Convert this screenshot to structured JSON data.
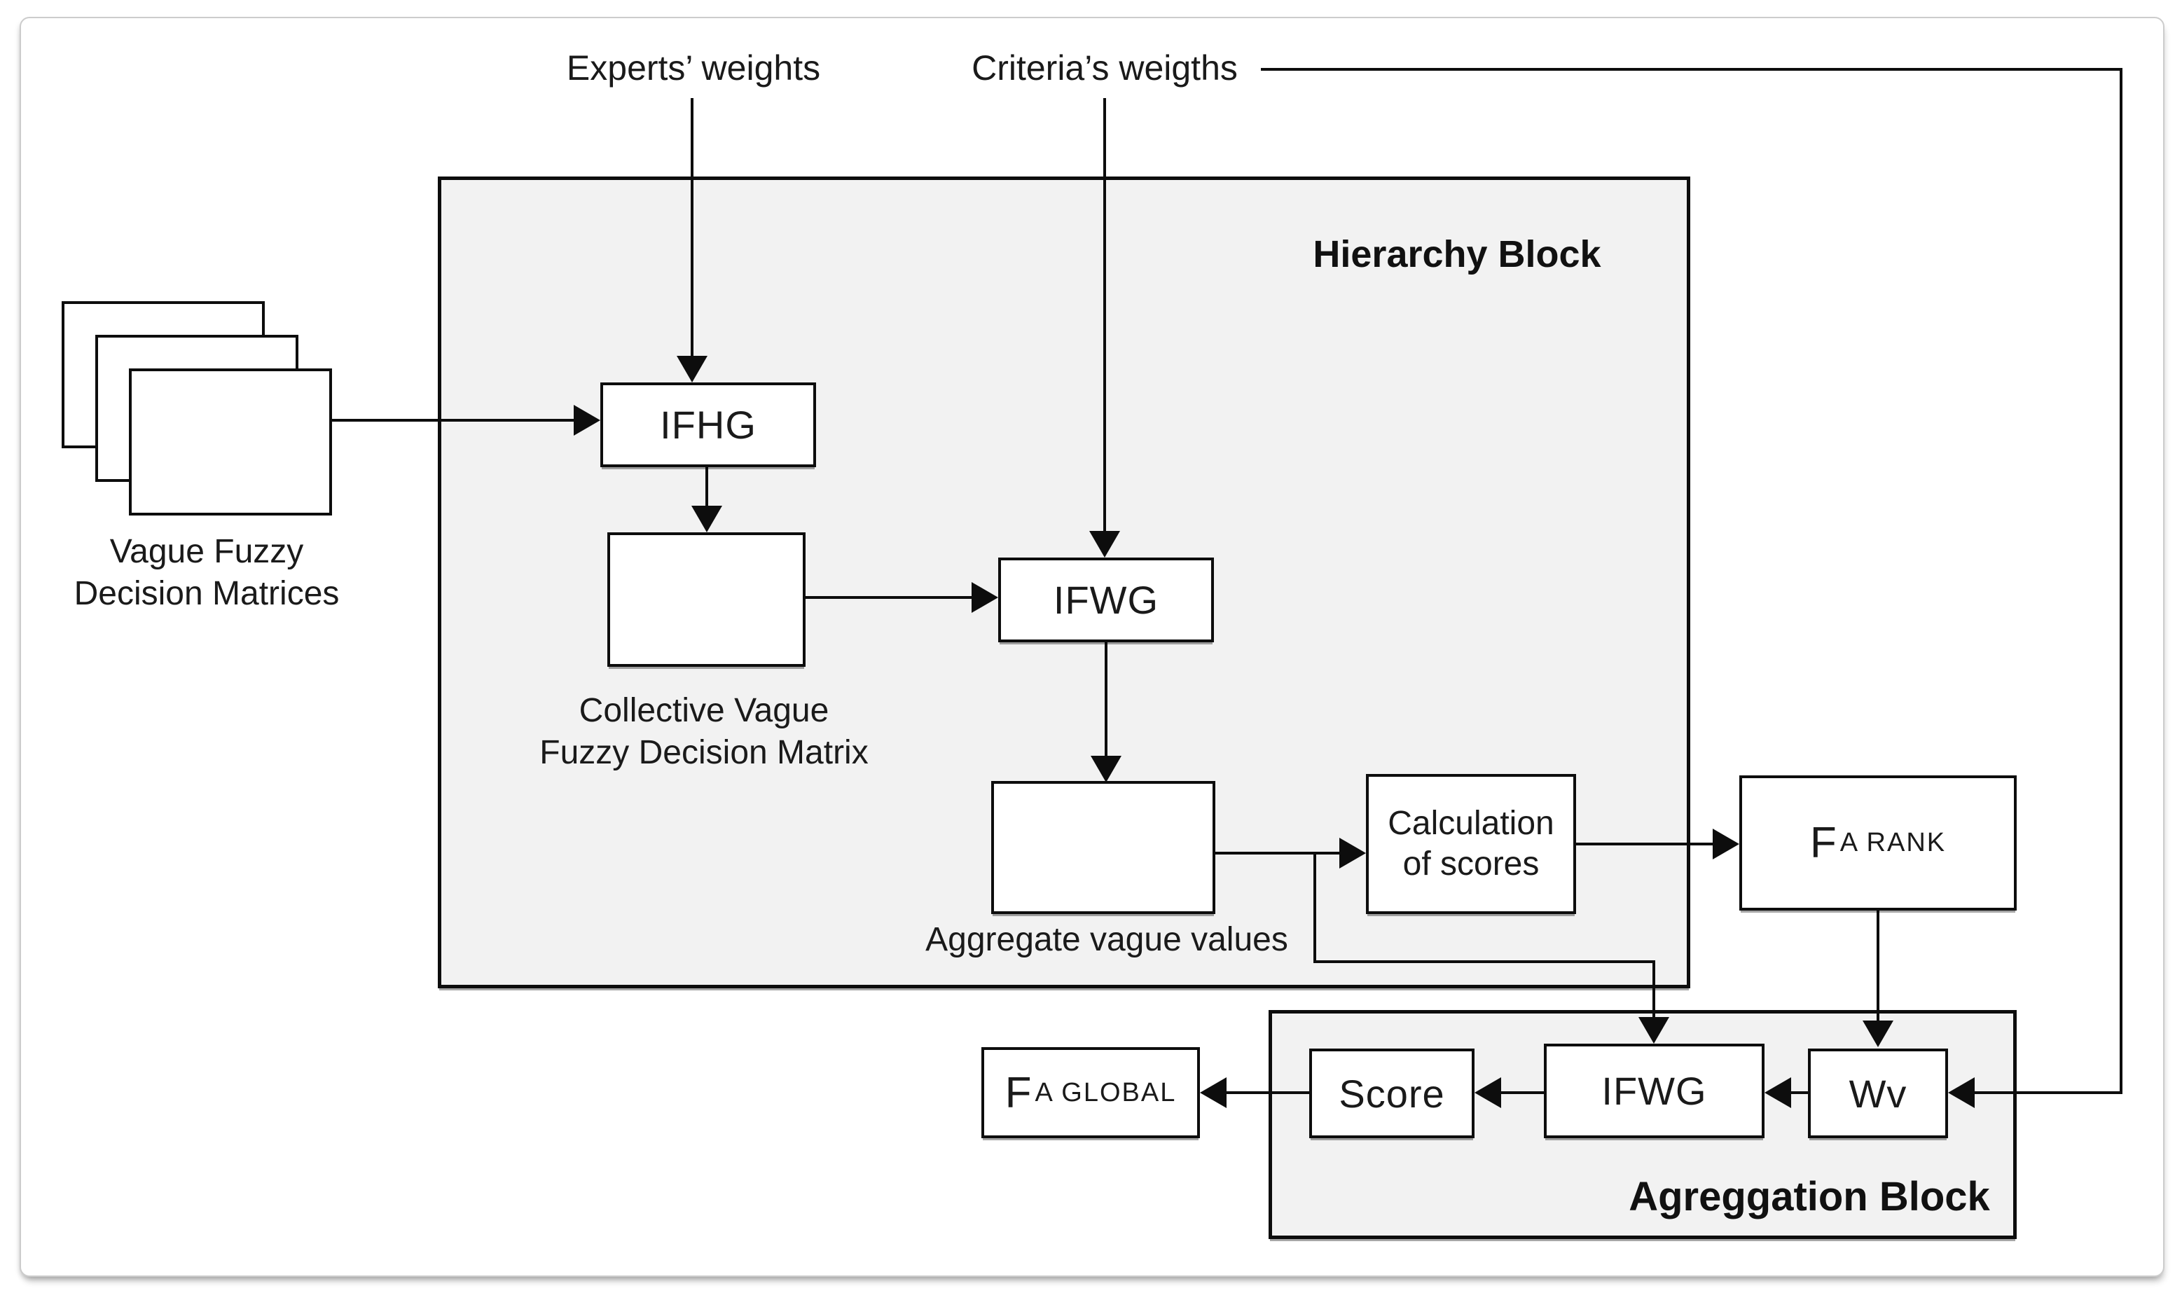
{
  "top_labels": {
    "experts": "Experts’ weights",
    "criteria": "Criteria’s weigths"
  },
  "hierarchy_block": {
    "title": "Hierarchy Block"
  },
  "aggregation_block": {
    "title": "Agreggation Block"
  },
  "nodes": {
    "matrices_caption": {
      "line1": "Vague Fuzzy",
      "line2": "Decision Matrices"
    },
    "ifhg": {
      "label": "IFHG"
    },
    "collective_caption": {
      "line1": "Collective Vague",
      "line2": "Fuzzy Decision Matrix"
    },
    "ifwg_hierarchy": {
      "label": "IFWG"
    },
    "aggregate_caption": {
      "label": "Aggregate vague values"
    },
    "calc_scores": {
      "line1": "Calculation",
      "line2": "of scores"
    },
    "fa_rank": {
      "main": "F",
      "sub": "A RANK"
    },
    "ifwg_aggregation": {
      "label": "IFWG"
    },
    "wv": {
      "label": "Wv"
    },
    "score": {
      "label": "Score"
    },
    "fa_global": {
      "main": "F",
      "sub": "A GLOBAL"
    }
  },
  "edges": [
    {
      "from": "experts-weights",
      "to": "ifhg"
    },
    {
      "from": "criterias-weights",
      "to": "ifwg-hierarchy"
    },
    {
      "from": "criterias-weights",
      "to": "wv"
    },
    {
      "from": "vague-fuzzy-decision-matrices",
      "to": "ifhg"
    },
    {
      "from": "ifhg",
      "to": "collective-matrix"
    },
    {
      "from": "collective-matrix",
      "to": "ifwg-hierarchy"
    },
    {
      "from": "ifwg-hierarchy",
      "to": "aggregate-vague-values"
    },
    {
      "from": "aggregate-vague-values",
      "to": "calculation-of-scores"
    },
    {
      "from": "aggregate-vague-values",
      "to": "ifwg-aggregation"
    },
    {
      "from": "calculation-of-scores",
      "to": "fa-rank"
    },
    {
      "from": "fa-rank",
      "to": "wv"
    },
    {
      "from": "wv",
      "to": "ifwg-aggregation"
    },
    {
      "from": "ifwg-aggregation",
      "to": "score"
    },
    {
      "from": "score",
      "to": "fa-global"
    }
  ],
  "colors": {
    "block_fill": "#f2f2f2",
    "box_fill": "#ffffff",
    "line": "#0d0d0d",
    "text": "#1a1a1a",
    "frame_border": "#cccccc",
    "page_bg": "#ffffff"
  }
}
